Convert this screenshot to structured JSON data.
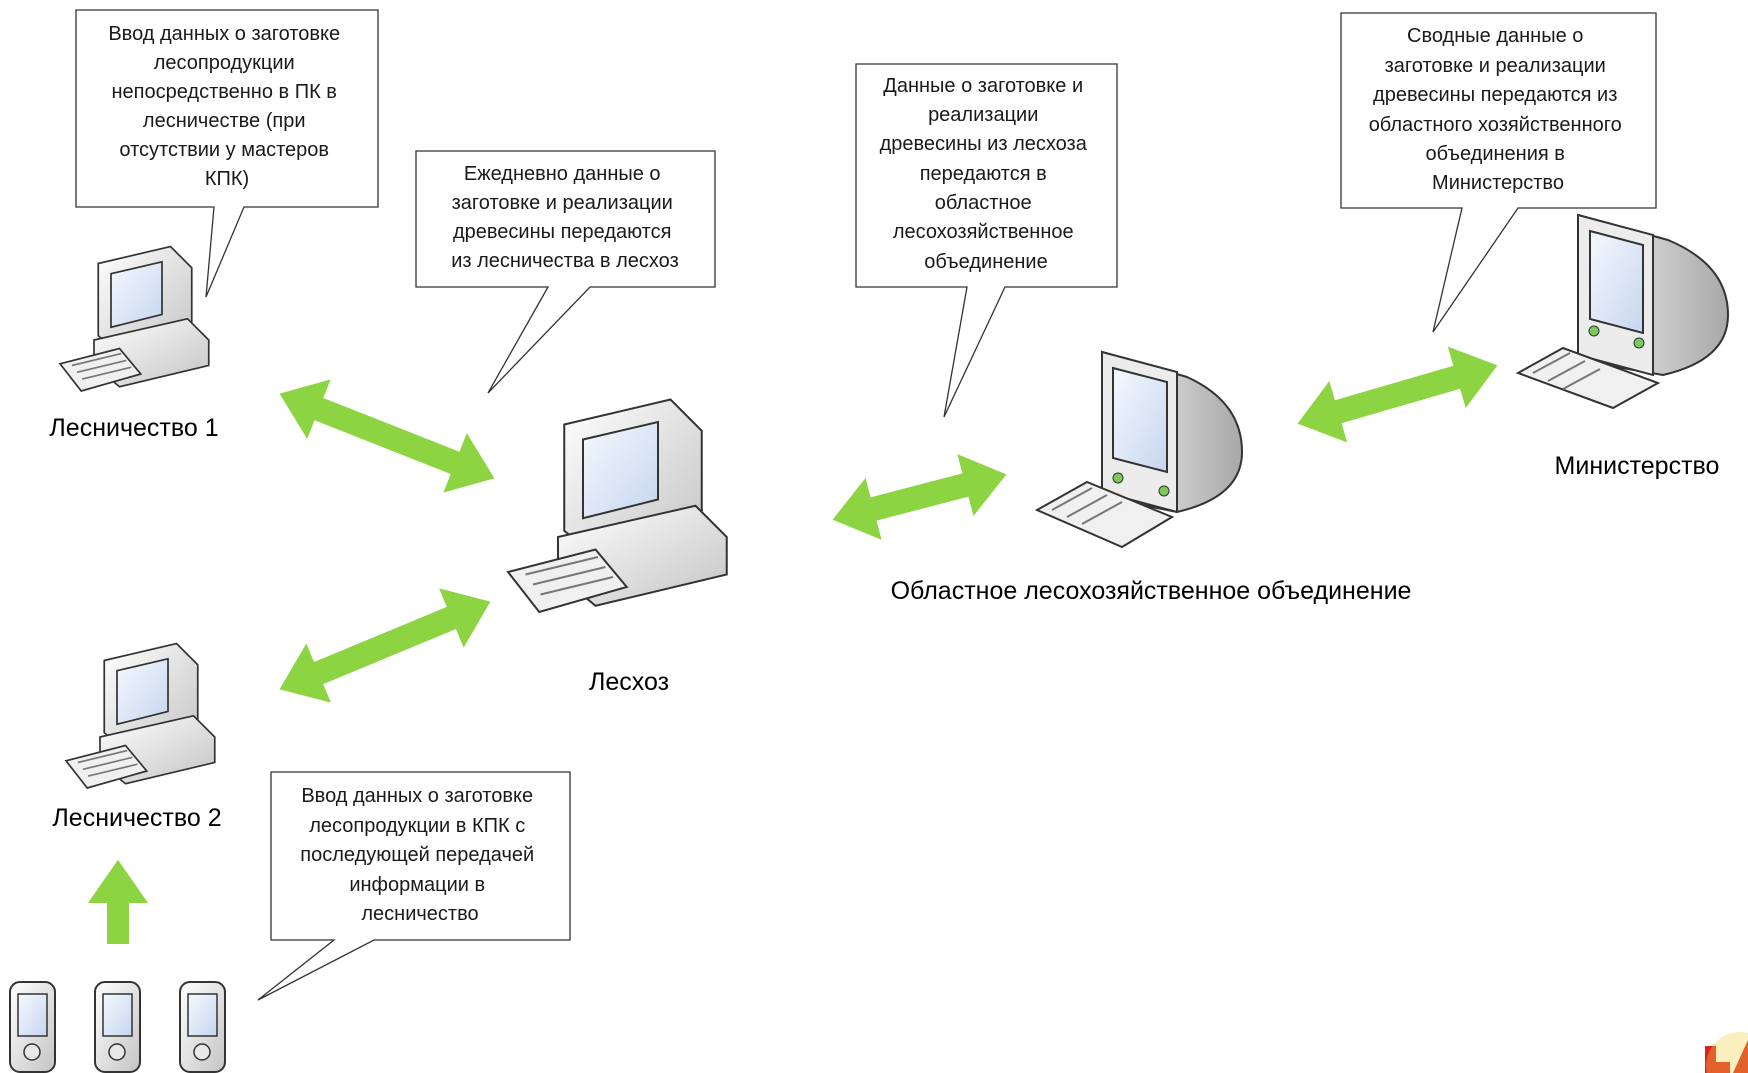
{
  "nodes": {
    "forestry1": "Лесничество 1",
    "forestry2": "Лесничество 2",
    "leskhoz": "Лесхоз",
    "regional": "Областное лесохозяйственное объединение",
    "ministry": "Министерство"
  },
  "callouts": {
    "c1": [
      "Ввод данных о заготовке",
      "лесопродукции",
      "непосредственно в ПК в",
      "лесничестве (при",
      "отсутствии у мастеров",
      "КПК)"
    ],
    "c2": [
      "Ежедневно данные о",
      "заготовке и реализации",
      "древесины передаются",
      "из лесничества в лесхоз"
    ],
    "c3": [
      "Данные о заготовке и",
      "реализации",
      "древесины из лесхоза",
      "передаются в",
      "областное",
      "лесохозяйственное",
      "объединение"
    ],
    "c4": [
      "Сводные данные о",
      "заготовке и реализации",
      "древесины передаются из",
      "областного хозяйственного",
      "объединения в",
      "Министерство"
    ],
    "c5": [
      "Ввод данных о заготовке",
      "лесопродукции в КПК с",
      "последующей передачей",
      "информации в",
      "лесничество"
    ]
  },
  "colors": {
    "arrow": "#8dd443",
    "arrow_stroke": "#ffffff",
    "monitor_screen": "#dde8f8",
    "device_body": "#eeeeee",
    "logo": "#d9241c"
  }
}
